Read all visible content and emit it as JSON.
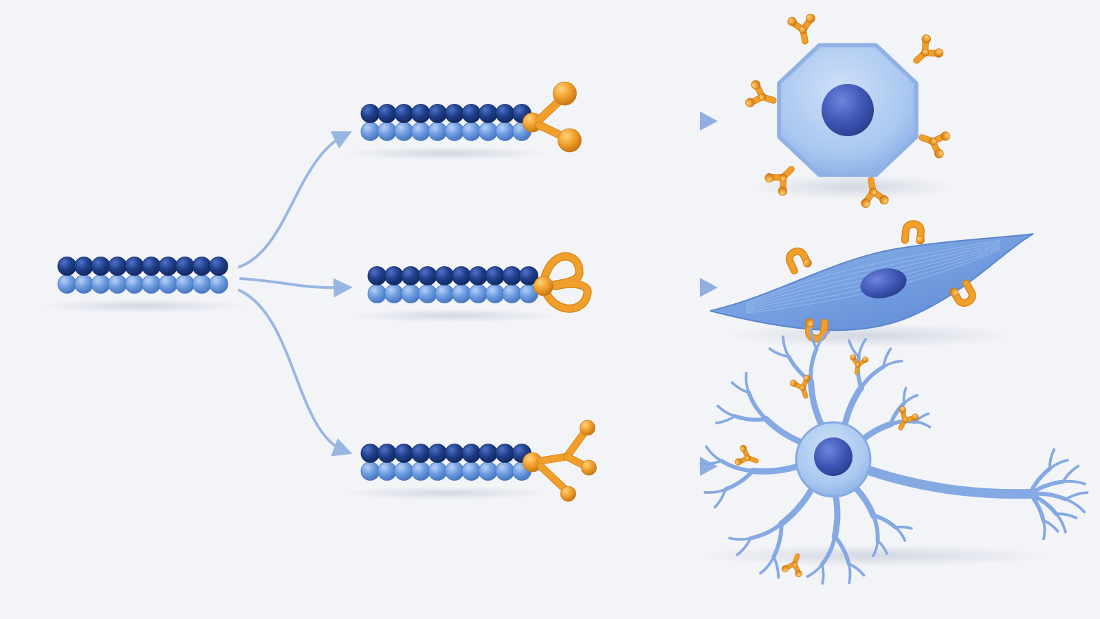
{
  "diagram": {
    "source": {
      "strand_top_beads": 10,
      "strand_bottom_beads": 10
    },
    "branches": [
      {
        "strand_top_beads": 10,
        "strand_bottom_beads": 10,
        "tag_shape": "fork-two-ball-icon",
        "cell_type": "polygonal-cell-icon",
        "cell_marker": "y-branch-receptor-icon",
        "cell_marker_count": 6
      },
      {
        "strand_top_beads": 10,
        "strand_bottom_beads": 10,
        "tag_shape": "double-loop-icon",
        "cell_type": "spindle-cell-icon",
        "cell_marker": "hook-receptor-icon",
        "cell_marker_count": 4
      },
      {
        "strand_top_beads": 10,
        "strand_bottom_beads": 10,
        "tag_shape": "trident-icon",
        "cell_type": "neuron-icon",
        "cell_marker": "y-branch-receptor-icon",
        "cell_marker_count": 5
      }
    ],
    "colors": {
      "background": "#f3f4f8",
      "strand_dark": "#1f3f8a",
      "strand_light": "#6b9be0",
      "tag_orange": "#f0a02a",
      "tag_orange_dark": "#d9861a",
      "cell_body": "#a9c7f0",
      "cell_edge": "#8fb1e6",
      "nucleus": "#3f57b6",
      "arrow": "#8fb0e0"
    }
  }
}
